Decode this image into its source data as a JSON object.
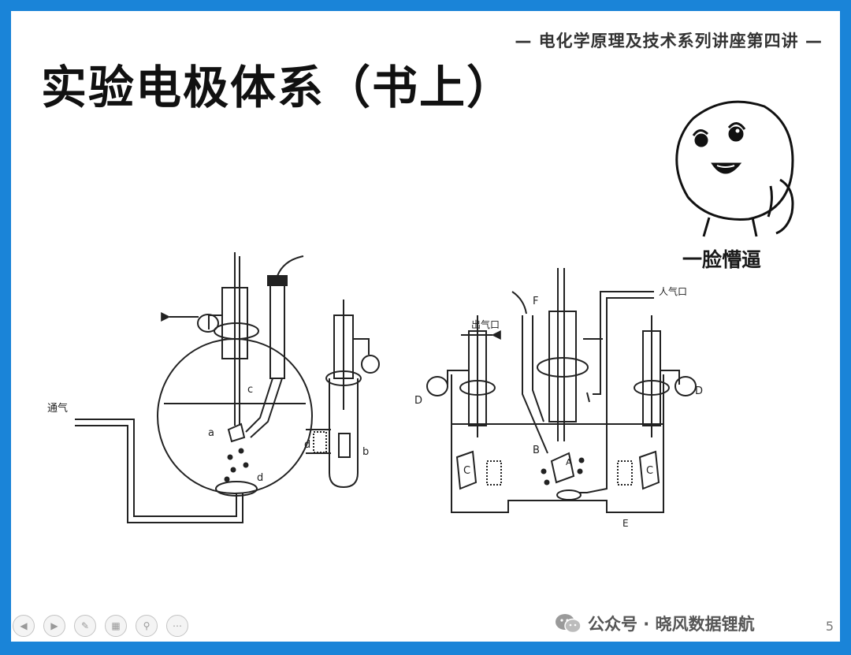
{
  "slide": {
    "series_title": "— 电化学原理及技术系列讲座第四讲 —",
    "title": "实验电极体系（书上）",
    "sticker_caption": "一脸懵逼",
    "page_number": "5"
  },
  "watermark": {
    "text": "公众号 · 晓风数据锂航"
  },
  "toolbar": {
    "buttons": [
      {
        "icon": "arrow-left-icon",
        "glyph": "◀"
      },
      {
        "icon": "arrow-right-icon",
        "glyph": "▶"
      },
      {
        "icon": "pen-icon",
        "glyph": "✎"
      },
      {
        "icon": "slides-icon",
        "glyph": "▦"
      },
      {
        "icon": "zoom-icon",
        "glyph": "⚲"
      },
      {
        "icon": "more-icon",
        "glyph": "⋯"
      }
    ]
  },
  "left_cell": {
    "labels": {
      "gas_in": "通气",
      "a": "a",
      "b": "b",
      "c": "c",
      "d1": "d",
      "d2": "d"
    }
  },
  "right_cell": {
    "labels": {
      "gas_out": "出气口",
      "gas_in": "人气口",
      "F": "F",
      "B": "B",
      "A": "A",
      "C1": "C",
      "C2": "C",
      "D1": "D",
      "D2": "D",
      "E": "E"
    }
  }
}
